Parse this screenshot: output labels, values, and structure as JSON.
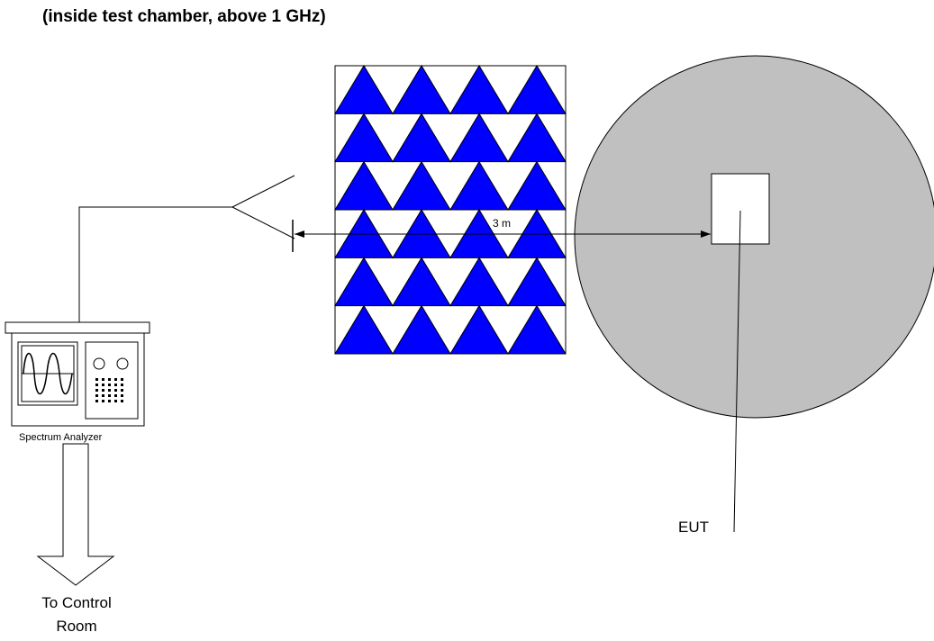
{
  "title": "(inside test chamber, above 1 GHz)",
  "distance_label": "3 m",
  "analyzer_label": "Spectrum Analyzer",
  "eut_label": "EUT",
  "destination_label": [
    "To Control",
    "Room"
  ],
  "colors": {
    "absorber_fill": "#0000ff",
    "turntable_fill": "#c0c0c0",
    "line": "#000000"
  },
  "absorber_grid": {
    "rows": 6,
    "cols": 4
  }
}
